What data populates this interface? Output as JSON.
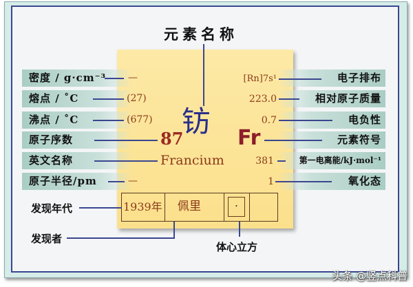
{
  "title": "元素名称",
  "left_labels": [
    "密度 / g·cm⁻³",
    "熔点 / ˚C",
    "沸点 / ˚C",
    "原子序数",
    "英文名称",
    "原子半径/pm"
  ],
  "left_values": [
    "—",
    "(27)",
    "(677)",
    "",
    "",
    "—"
  ],
  "right_labels": [
    "电子排布",
    "相对原子质量",
    "电负性",
    "元素符号",
    "第一电离能/kJ·mol⁻¹",
    "氧化态"
  ],
  "right_values": [
    "[Rn]7s¹",
    "223.0",
    "0.7",
    "",
    "381",
    "1"
  ],
  "element": {
    "number": "87",
    "name_cn": "钫",
    "name_en": "Francium",
    "symbol": "Fr"
  },
  "bottom": {
    "year": "1939年",
    "discoverer": "佩里",
    "lattice_mark": "·",
    "label_year": "发现年代",
    "label_discoverer": "发现者",
    "label_lattice": "体心立方"
  },
  "watermark": "头条 @竖点科普",
  "colors": {
    "frame": "#3a4690",
    "card": "#fde9a6",
    "value": "#8b3a1a",
    "symbol": "#8b1e2a",
    "name_cn": "#2a2f8a"
  }
}
